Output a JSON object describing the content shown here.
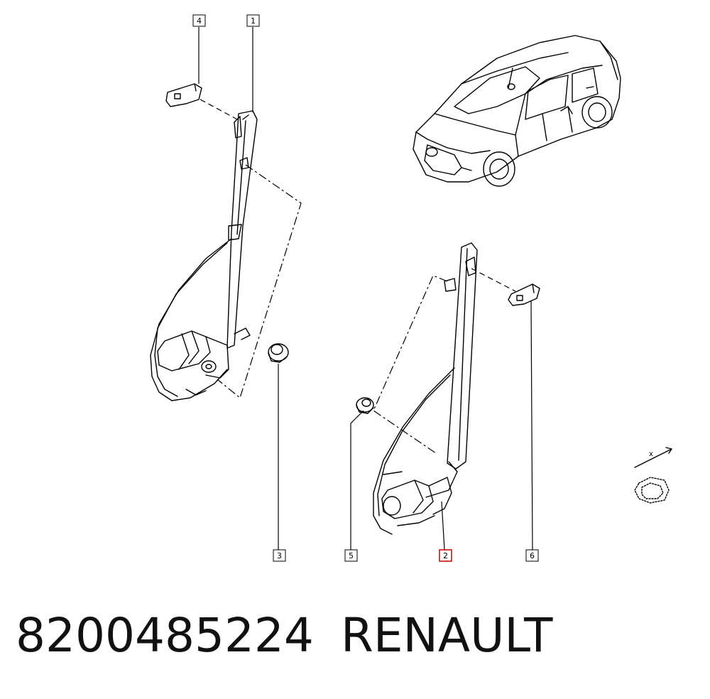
{
  "callouts": {
    "c1": "1",
    "c2": "2",
    "c3": "3",
    "c4": "4",
    "c5": "5",
    "c6": "6"
  },
  "highlight_color": "#cc0000",
  "axis_label": "x",
  "footer": {
    "part_number": "8200485224",
    "brand": "RENAULT"
  }
}
